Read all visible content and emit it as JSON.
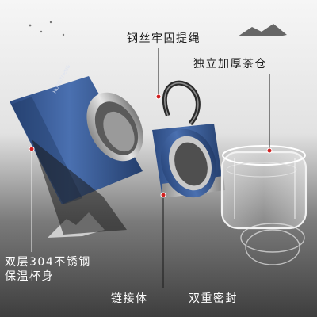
{
  "callouts": {
    "rope": "钢丝牢固提绳",
    "tea_chamber": "独立加厚茶仓",
    "steel_line1": "双层304不锈钢",
    "steel_line2": "保温杯身",
    "link_body": "链接体",
    "double_seal": "双重密封"
  },
  "bottle": {
    "brand": "HONGSHENG"
  },
  "colors": {
    "background_top": "#f4f4f4",
    "background_bottom": "#4a4a4a",
    "bottle_blue": "#3a5d9a",
    "steel": "#c8c8c8",
    "marker_red": "#d21f1f"
  }
}
